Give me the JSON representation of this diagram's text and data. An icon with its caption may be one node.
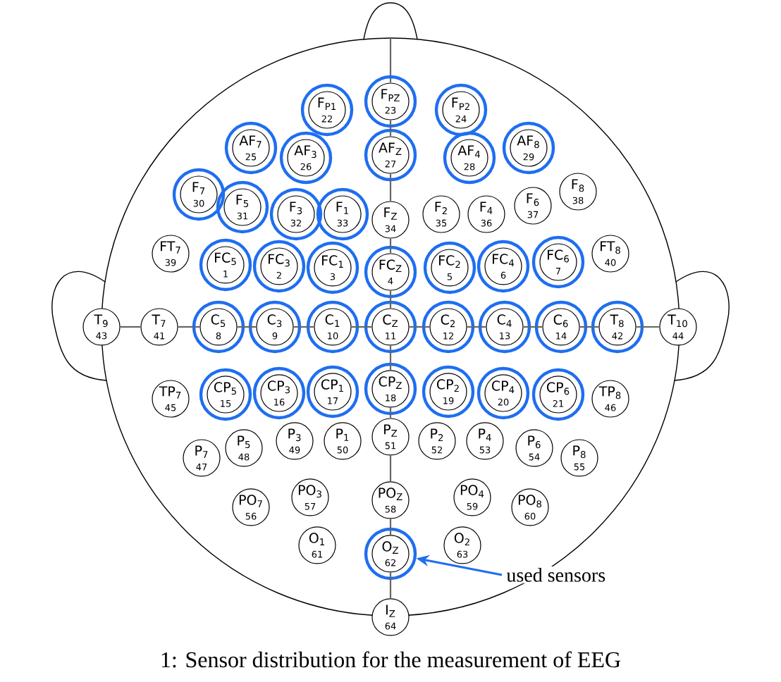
{
  "diagram": {
    "caption": "1: Sensor distribution for the measurement of EEG",
    "nodes": [
      {
        "text": [],
        "shape": "circle"
      },
      {
        "text": [
          "F$_{P1}$",
          "22"
        ],
        "in": 0
      },
      {
        "text": [],
        "shape": "circle"
      },
      {
        "text": [
          "F$_{PZ}$",
          "23"
        ],
        "in": 2
      },
      {
        "text": [],
        "shape": "circle"
      },
      {
        "text": [
          "F$_{P2}$",
          "24"
        ],
        "in": 4
      },
      {
        "text": [],
        "shape": "circle"
      },
      {
        "text": [
          "AF$_{7}$",
          "25"
        ],
        "in": 6
      },
      {
        "text": [],
        "shape": "circle"
      },
      {
        "text": [
          "AF$_{3}$",
          "26"
        ],
        "in": 8
      },
      {
        "text": [],
        "shape": "circle"
      },
      {
        "text": [
          "AF$_{Z}$",
          "27"
        ],
        "in": 10
      },
      {
        "text": [],
        "shape": "circle"
      },
      {
        "text": [
          "AF$_{4}$",
          "28"
        ],
        "in": 12
      },
      {
        "text": [],
        "shape": "circle"
      },
      {
        "text": [
          "AF$_{8}$",
          "29"
        ],
        "in": 14
      },
      {
        "text": [],
        "shape": "circle"
      },
      {
        "text": [
          "F$_{7}$",
          "30"
        ],
        "in": 16
      },
      {
        "text": [],
        "shape": "circle"
      },
      {
        "text": [
          "F$_{5}$",
          "31"
        ],
        "in": 18
      },
      {
        "text": [],
        "shape": "circle"
      },
      {
        "text": [
          "F$_{3}$",
          "32"
        ],
        "in": 20
      },
      {
        "text": [],
        "shape": "circle"
      },
      {
        "text": [
          "F$_{1}$",
          "33"
        ],
        "in": 22
      },
      {
        "text": [
          "F$_{Z}$",
          "34"
        ]
      },
      {
        "text": [
          "F$_{2}$",
          "35"
        ]
      },
      {
        "text": [
          "F$_{4}$",
          "36"
        ]
      },
      {
        "text": [
          "F$_{6}$",
          "37"
        ]
      },
      {
        "text": [
          "F$_{8}$",
          "38"
        ]
      },
      {
        "text": [
          "FT$_{7}$",
          "39"
        ]
      },
      {
        "text": [],
        "shape": "circle"
      },
      {
        "text": [
          "FC$_{5}$",
          "1"
        ],
        "in": 30
      },
      {
        "text": [],
        "shape": "circle"
      },
      {
        "text": [
          "FC$_{3}$",
          "2"
        ],
        "in": 32
      },
      {
        "text": [],
        "shape": "circle"
      },
      {
        "text": [
          "FC$_{1}$",
          "3"
        ],
        "in": 34
      },
      {
        "text": [],
        "shape": "circle"
      },
      {
        "text": [
          "FC$_{Z}$",
          "4"
        ],
        "in": 36
      },
      {
        "text": [],
        "shape": "circle"
      },
      {
        "text": [
          "FC$_{2}$",
          "5"
        ],
        "in": 38
      },
      {
        "text": [],
        "shape": "circle"
      },
      {
        "text": [
          "FC$_{4}$",
          "6"
        ],
        "in": 40
      },
      {
        "text": [],
        "shape": "circle"
      },
      {
        "text": [
          "FC$_{6}$",
          "7"
        ],
        "in": 42
      },
      {
        "text": [
          "FT$_{8}$",
          "40"
        ]
      },
      {
        "text": [
          "T$_{9}$",
          "43"
        ]
      },
      {
        "text": [
          "T$_{7}$",
          "41"
        ]
      },
      {
        "text": [],
        "shape": "circle"
      },
      {
        "text": [
          "C$_{5}$",
          "8"
        ],
        "in": 47
      },
      {
        "text": [],
        "shape": "circle"
      },
      {
        "text": [
          "C$_{3}$",
          "9"
        ],
        "in": 49
      },
      {
        "text": [],
        "shape": "circle"
      },
      {
        "text": [
          "C$_{1}$",
          "10"
        ],
        "in": 51
      },
      {
        "text": [],
        "shape": "circle"
      },
      {
        "text": [
          "C$_{Z}$",
          "11"
        ],
        "in": 53
      },
      {
        "text": [],
        "shape": "circle"
      },
      {
        "text": [
          "C$_{2}$",
          "12"
        ],
        "in": 55
      },
      {
        "text": [],
        "shape": "circle"
      },
      {
        "text": [
          "C$_{4}$",
          "13"
        ],
        "in": 57
      },
      {
        "text": [],
        "shape": "circle"
      },
      {
        "text": [
          "C$_{6}$",
          "14"
        ],
        "in": 59
      },
      {
        "text": [],
        "shape": "circle"
      },
      {
        "text": [
          "T$_{8}$",
          "42"
        ],
        "in": 61
      },
      {
        "text": [
          "T$_{10}$",
          "44"
        ]
      },
      {
        "text": [
          "TP$_{7}$",
          "45"
        ]
      },
      {
        "text": [],
        "shape": "circle"
      },
      {
        "text": [
          "CP$_{5}$",
          "15"
        ],
        "in": 65
      },
      {
        "text": [],
        "shape": "circle"
      },
      {
        "text": [
          "CP$_{3}$",
          "16"
        ],
        "in": 67
      },
      {
        "text": [],
        "shape": "circle"
      },
      {
        "text": [
          "CP$_{1}$",
          "17"
        ],
        "in": 69
      },
      {
        "text": [],
        "shape": "circle"
      },
      {
        "text": [
          "CP$_{Z}$",
          "18"
        ],
        "in": 71
      },
      {
        "text": [],
        "shape": "circle"
      },
      {
        "text": [
          "CP$_{2}$",
          "19"
        ],
        "in": 73
      },
      {
        "text": [],
        "shape": "circle"
      },
      {
        "text": [
          "CP$_{4}$",
          "20"
        ],
        "in": 75
      },
      {
        "text": [],
        "shape": "circle"
      },
      {
        "text": [
          "CP$_{6}$",
          "21"
        ],
        "in": 77
      },
      {
        "text": [
          "TP$_{8}$",
          "46"
        ]
      },
      {
        "text": [
          "P$_{7}$",
          "47"
        ]
      },
      {
        "text": [
          "P$_{5}$",
          "48"
        ]
      },
      {
        "text": [
          "P$_{3}$",
          "49"
        ]
      },
      {
        "text": [
          "P$_{1}$",
          "50"
        ]
      },
      {
        "text": [
          "P$_{Z}$",
          "51"
        ]
      },
      {
        "text": [
          "P$_{2}$",
          "52"
        ]
      },
      {
        "text": [
          "P$_{4}$",
          "53"
        ]
      },
      {
        "text": [
          "P$_{6}$",
          "54"
        ]
      },
      {
        "text": [
          "P$_{8}$",
          "55"
        ]
      },
      {
        "text": [
          "PO$_{7}$",
          "56"
        ]
      },
      {
        "text": [
          "PO$_{3}$",
          "57"
        ]
      },
      {
        "text": [
          "PO$_{Z}$",
          "58"
        ]
      },
      {
        "text": [
          "PO$_{4}$",
          "59"
        ]
      },
      {
        "text": [
          "PO$_{8}$",
          "60"
        ]
      },
      {
        "text": [
          "O$_{1}$",
          "61"
        ]
      },
      {
        "text": [],
        "shape": "circle"
      },
      {
        "text": [
          "O$_{Z}$",
          "62"
        ],
        "in": 95
      },
      {
        "text": [
          "O$_{2}$",
          "63"
        ]
      },
      {
        "text": [
          "used sensors"
        ]
      },
      {
        "text": [
          "I$_{Z}$",
          "64"
        ]
      }
    ],
    "edges": [
      {
        "from": 3,
        "to": 11,
        "arrow": "none"
      },
      {
        "from": 11,
        "to": 24,
        "arrow": "none"
      },
      {
        "from": 24,
        "to": 37,
        "arrow": "none"
      },
      {
        "from": 37,
        "to": 54,
        "arrow": "none"
      },
      {
        "from": 54,
        "to": 72,
        "arrow": "none"
      },
      {
        "from": 72,
        "to": 84,
        "arrow": "none"
      },
      {
        "from": 84,
        "to": 91,
        "arrow": "none"
      },
      {
        "from": 91,
        "to": 96,
        "arrow": "none"
      },
      {
        "from": 96,
        "to": 99,
        "arrow": "none"
      },
      {
        "from": 45,
        "to": 46,
        "arrow": "none"
      },
      {
        "from": 46,
        "to": 48,
        "arrow": "none"
      },
      {
        "from": 48,
        "to": 50,
        "arrow": "none"
      },
      {
        "from": 50,
        "to": 52,
        "arrow": "none"
      },
      {
        "from": 52,
        "to": 54,
        "arrow": "none"
      },
      {
        "from": 54,
        "to": 56,
        "arrow": "none"
      },
      {
        "from": 56,
        "to": 58,
        "arrow": "none"
      },
      {
        "from": 58,
        "to": 60,
        "arrow": "none"
      },
      {
        "from": 60,
        "to": 62,
        "arrow": "none"
      },
      {
        "from": 62,
        "to": 63,
        "arrow": "none"
      },
      {
        "from": 98,
        "to": 95,
        "arrow": "to",
        "color": "#1e6ef0"
      }
    ]
  }
}
